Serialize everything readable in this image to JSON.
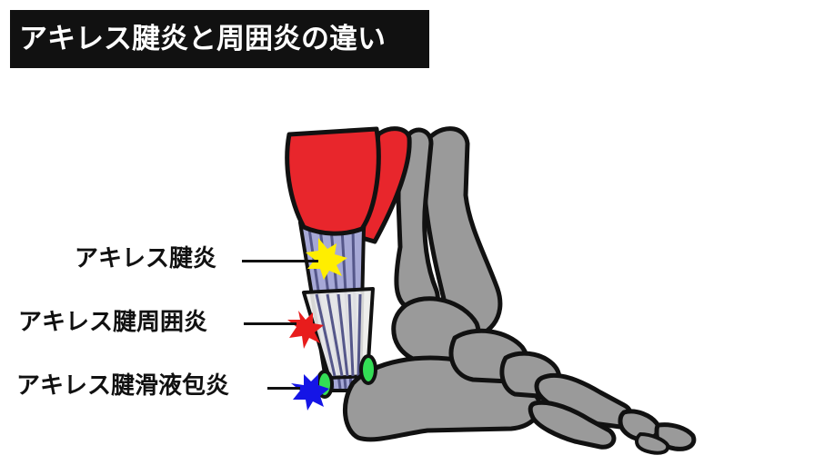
{
  "title": "アキレス腱炎と周囲炎の違い",
  "labels": {
    "tendinitis": "アキレス腱炎",
    "peritendinitis": "アキレス腱周囲炎",
    "bursitis": "アキレス腱滑液包炎"
  },
  "colors": {
    "muscle": "#e8262c",
    "bone": "#9a9a9a",
    "tendon": "#a6a8d6",
    "sheath": "#ececea",
    "bursa": "#33dd55",
    "marker_tendinitis": "#ffee00",
    "marker_peritendinitis": "#e81c1c",
    "marker_bursitis": "#1515e6"
  }
}
